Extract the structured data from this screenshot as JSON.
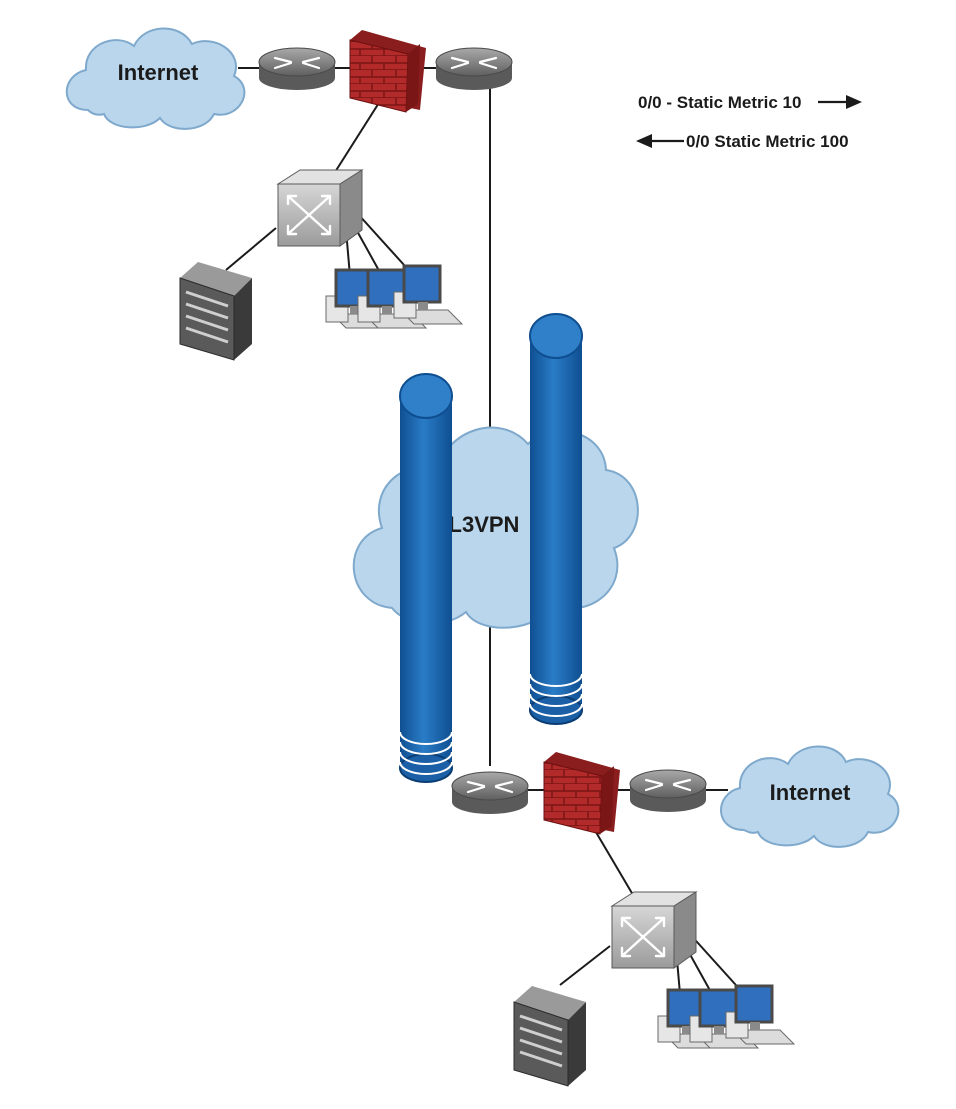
{
  "diagram": {
    "clouds": {
      "internet_top": "Internet",
      "l3vpn": "L3VPN",
      "internet_bottom": "Internet"
    },
    "legend": {
      "forward_route": "0/0 - Static Metric 10",
      "reverse_route": "0/0 Static Metric 100"
    }
  },
  "colors": {
    "cloud_fill": "#b9d6ec",
    "cloud_stroke": "#7fa9cc",
    "router_fill": "#8c8c8c",
    "firewall_fill": "#b22a2a",
    "switch_fill": "#c8c8c8",
    "tunnel_fill": "#1e6bb5",
    "line": "#1b1b1b"
  },
  "icons": [
    "cloud-icon",
    "router-icon",
    "firewall-icon",
    "switch-icon",
    "server-icon",
    "workstation-icon",
    "tunnel-icon",
    "arrow-right-icon",
    "arrow-left-icon"
  ]
}
